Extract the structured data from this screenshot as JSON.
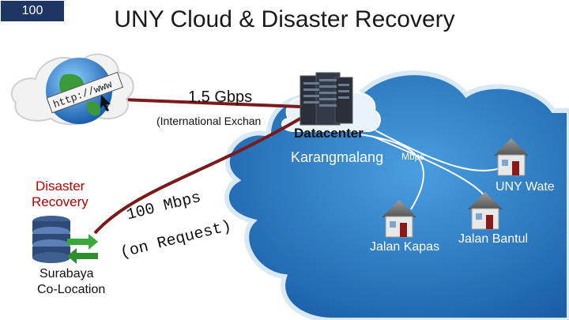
{
  "title": "UNY Cloud & Disaster Recovery",
  "link_international": {
    "speed": "1.5 Gbps",
    "desc": "(International Exchan"
  },
  "datacenter": {
    "name": "Datacenter",
    "location": "Karangmalang",
    "bandwidth": "100",
    "bandwidth_unit": "Mbps"
  },
  "disaster_recovery": {
    "label_line1": "Disaster",
    "label_line2": "Recovery",
    "site_line1": "Surabaya",
    "site_line2": "Co-Location"
  },
  "link_dr": {
    "speed": "100 Mbps",
    "note": "(on Request)"
  },
  "sites": {
    "uny_wates": "UNY Wate",
    "jalan_kapas": "Jalan Kapas",
    "jalan_bantul": "Jalan Bantul"
  },
  "colors": {
    "cloud": "#1f6db3",
    "link": "#7a1a1a",
    "dr_label": "#c00000",
    "title": "#1a1a1a"
  }
}
